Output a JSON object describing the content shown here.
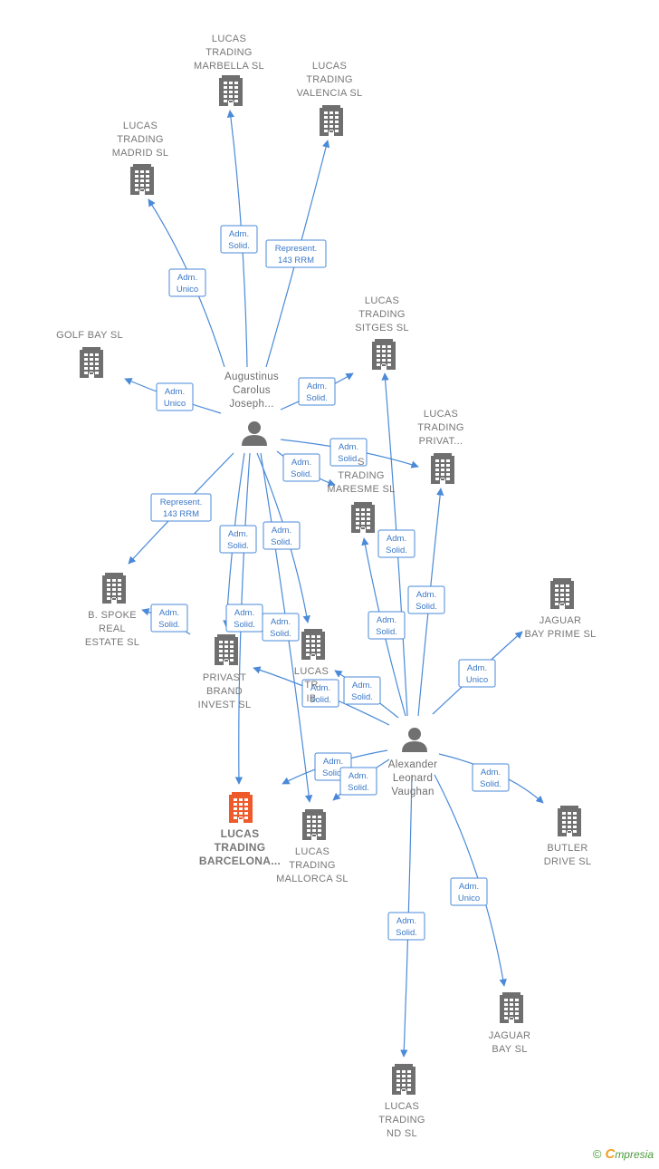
{
  "nodes": {
    "lucas_marbella": {
      "lines": [
        "LUCAS",
        "TRADING",
        "MARBELLA  SL"
      ],
      "kind": "company"
    },
    "lucas_valencia": {
      "lines": [
        "LUCAS",
        "TRADING",
        "VALENCIA  SL"
      ],
      "kind": "company"
    },
    "lucas_madrid": {
      "lines": [
        "LUCAS",
        "TRADING",
        "MADRID  SL"
      ],
      "kind": "company"
    },
    "golf_bay": {
      "lines": [
        "GOLF BAY  SL"
      ],
      "kind": "company"
    },
    "lucas_sitges": {
      "lines": [
        "LUCAS",
        "TRADING",
        "SITGES  SL"
      ],
      "kind": "company"
    },
    "lucas_privat": {
      "lines": [
        "LUCAS",
        "TRADING",
        "PRIVAT..."
      ],
      "kind": "company"
    },
    "lucas_maresme": {
      "lines": [
        "S",
        "TRADING",
        "MARESME  SL"
      ],
      "kind": "company"
    },
    "b_spoke": {
      "lines": [
        "B.  SPOKE",
        "REAL",
        "ESTATE  SL"
      ],
      "kind": "company"
    },
    "privast": {
      "lines": [
        "PRIVAST",
        "BRAND",
        "INVEST  SL"
      ],
      "kind": "company"
    },
    "lucas_ibiza": {
      "lines": [
        "LUCAS",
        "TR",
        "IB"
      ],
      "kind": "company"
    },
    "jaguar_bay_prime": {
      "lines": [
        "JAGUAR",
        "BAY PRIME  SL"
      ],
      "kind": "company"
    },
    "lucas_barcelona": {
      "lines": [
        "LUCAS",
        "TRADING",
        "BARCELONA..."
      ],
      "kind": "focus"
    },
    "lucas_mallorca": {
      "lines": [
        "LUCAS",
        "TRADING",
        "MALLORCA SL"
      ],
      "kind": "company"
    },
    "butler_drive": {
      "lines": [
        "BUTLER",
        "DRIVE  SL"
      ],
      "kind": "company"
    },
    "jaguar_bay": {
      "lines": [
        "JAGUAR",
        "BAY  SL"
      ],
      "kind": "company"
    },
    "lucas_nd": {
      "lines": [
        "LUCAS",
        "TRADING",
        "ND  SL"
      ],
      "kind": "company"
    },
    "augustinus": {
      "lines": [
        "Augustinus",
        "Carolus",
        "Joseph..."
      ],
      "kind": "person"
    },
    "alexander": {
      "lines": [
        "Alexander",
        "Leonard",
        "Vaughan"
      ],
      "kind": "person"
    }
  },
  "edges": [
    {
      "from": "augustinus",
      "to": "lucas_marbella",
      "label": [
        "Adm.",
        "Solid."
      ]
    },
    {
      "from": "augustinus",
      "to": "lucas_valencia",
      "label": [
        "Represent.",
        "143 RRM"
      ]
    },
    {
      "from": "augustinus",
      "to": "lucas_madrid",
      "label": [
        "Adm.",
        "Unico"
      ]
    },
    {
      "from": "augustinus",
      "to": "golf_bay",
      "label": [
        "Adm.",
        "Unico"
      ]
    },
    {
      "from": "augustinus",
      "to": "lucas_sitges",
      "label": [
        "Adm.",
        "Solid."
      ]
    },
    {
      "from": "augustinus",
      "to": "lucas_privat",
      "label": [
        "Adm.",
        "Solid."
      ]
    },
    {
      "from": "augustinus",
      "to": "lucas_maresme",
      "label": [
        "Adm.",
        "Solid."
      ]
    },
    {
      "from": "augustinus",
      "to": "b_spoke",
      "label": [
        "Represent.",
        "143 RRM"
      ]
    },
    {
      "from": "augustinus",
      "to": "lucas_barcelona",
      "label": [
        "Adm.",
        "Solid."
      ]
    },
    {
      "from": "augustinus",
      "to": "lucas_ibiza",
      "label": [
        "Adm.",
        "Solid."
      ]
    },
    {
      "from": "augustinus",
      "to": "privast",
      "label": [
        "Adm.",
        "Solid."
      ]
    },
    {
      "from": "augustinus",
      "to": "lucas_mallorca",
      "label": [
        "Adm.",
        "Solid."
      ]
    },
    {
      "from": "alexander",
      "to": "lucas_sitges",
      "label": [
        "Adm.",
        "Solid."
      ]
    },
    {
      "from": "alexander",
      "to": "lucas_privat",
      "label": [
        "Adm.",
        "Solid."
      ]
    },
    {
      "from": "alexander",
      "to": "lucas_maresme",
      "label": [
        "Adm.",
        "Solid."
      ]
    },
    {
      "from": "alexander",
      "to": "jaguar_bay_prime",
      "label": [
        "Adm.",
        "Unico"
      ]
    },
    {
      "from": "alexander",
      "to": "privast",
      "label": [
        "Adm.",
        "Solid."
      ]
    },
    {
      "from": "alexander",
      "to": "lucas_ibiza",
      "label": [
        "Adm.",
        "Solid."
      ]
    },
    {
      "from": "alexander",
      "to": "lucas_barcelona",
      "label": [
        "Adm.",
        "Solid."
      ]
    },
    {
      "from": "alexander",
      "to": "lucas_mallorca",
      "label": [
        "Adm.",
        "Solid."
      ]
    },
    {
      "from": "alexander",
      "to": "butler_drive",
      "label": [
        "Adm.",
        "Solid."
      ]
    },
    {
      "from": "alexander",
      "to": "jaguar_bay",
      "label": [
        "Adm.",
        "Unico"
      ]
    },
    {
      "from": "alexander",
      "to": "lucas_nd",
      "label": [
        "Adm.",
        "Solid."
      ]
    },
    {
      "from": "b_spoke",
      "to": "privast",
      "label": [
        "Adm.",
        "Solid."
      ]
    }
  ],
  "footer": {
    "copyright": "©",
    "brand_initial": "C",
    "brand_rest": "mpresia"
  },
  "colors": {
    "edge": "#4a8ad8",
    "building": "#6f6f6f",
    "focus": "#ee5a2a",
    "person": "#707070"
  }
}
